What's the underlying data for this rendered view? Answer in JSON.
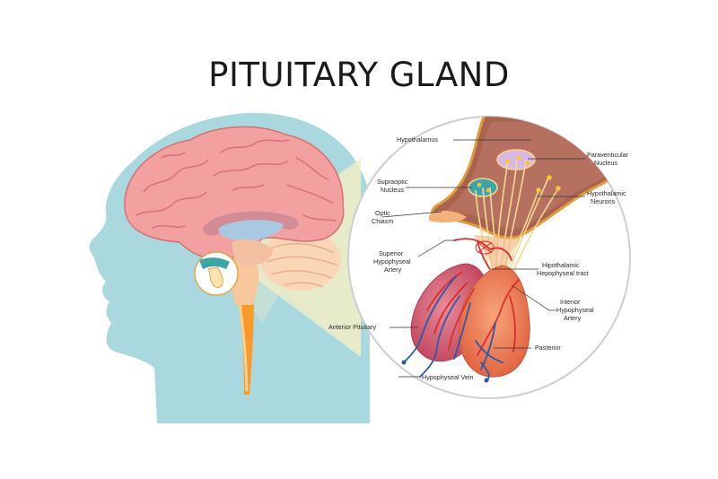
{
  "title": "PITUITARY GLAND",
  "labels": {
    "hypothalamus": "Hypothalamus",
    "paraventicular_1": "Paraventicular",
    "paraventicular_2": "Nucleus",
    "supraoptic_1": "Supraoptic",
    "supraoptic_2": "Nucleus",
    "hypothalamic_neurons_1": "Hypothalamic",
    "hypothalamic_neurons_2": "Neurons",
    "optic_chiasm_1": "Optic",
    "optic_chiasm_2": "Chiasm",
    "superior_artery_1": "Superior",
    "superior_artery_2": "Hypophyseal",
    "superior_artery_3": "Artery",
    "hypothalamic_tract_1": "Hipothalamic",
    "hypothalamic_tract_2": "Hepophyseal tract",
    "interior_artery_1": "Interior",
    "interior_artery_2": "Hypophyseal",
    "interior_artery_3": "Artery",
    "anterior_pituitary": "Anterior Pituitary",
    "posterior": "Pasterior",
    "hypophyseal_vein": "Hypophyseal Vein"
  },
  "colors": {
    "head": "#a9d9df",
    "brain": "#f2a1a0",
    "brain_fold": "#d86f71",
    "cerebellum": "#f8d6b6",
    "spinal_cord": "#f79a2a",
    "ventricle": "#a9c9e3",
    "zoom_beam": "#f4efc6",
    "hypothalamus_tissue": "#a8644f",
    "tissue_outline": "#e39a3a",
    "neuron_fibers": "#f6d891",
    "anterior_lobe": "#d9657a",
    "posterior_lobe": "#f07a5e",
    "artery": "#d92e2e",
    "vein": "#2c5aa8",
    "supraoptic_nucleus": "#3aa6a8",
    "paraventicular_nucleus": "#d9b8e6"
  }
}
